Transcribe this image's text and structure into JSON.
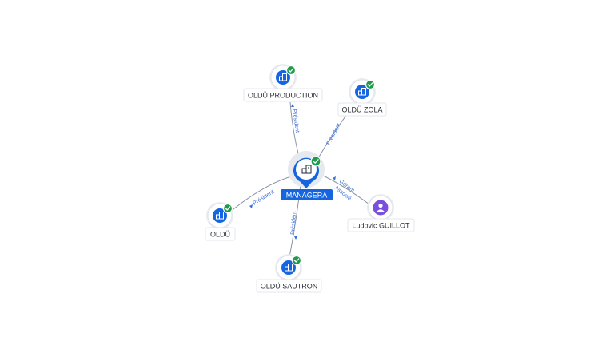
{
  "center": {
    "label": "MANAGERA",
    "icon": "building-icon",
    "verified": true,
    "accent": "#1565e0"
  },
  "nodes": [
    {
      "id": "production",
      "label": "OLDÜ PRODUCTION",
      "icon": "building-icon",
      "verified": true,
      "relation": "Président"
    },
    {
      "id": "zola",
      "label": "OLDÜ ZOLA",
      "icon": "building-icon",
      "verified": true,
      "relation": "Président"
    },
    {
      "id": "oldu",
      "label": "OLDÜ",
      "icon": "building-icon",
      "verified": true,
      "relation": "Président"
    },
    {
      "id": "sautron",
      "label": "OLDÜ SAUTRON",
      "icon": "building-icon",
      "verified": true,
      "relation": "Président"
    },
    {
      "id": "guillot",
      "label": "Ludovic GUILLOT",
      "icon": "person-icon",
      "verified": false,
      "relation": "Gérant Associé",
      "relation_lines": [
        "Gérant",
        "Associé"
      ]
    }
  ],
  "colors": {
    "company": "#1565e0",
    "person": "#7a4fe0",
    "verified": "#1e9a4a",
    "edge_label": "#3a6fd8"
  }
}
